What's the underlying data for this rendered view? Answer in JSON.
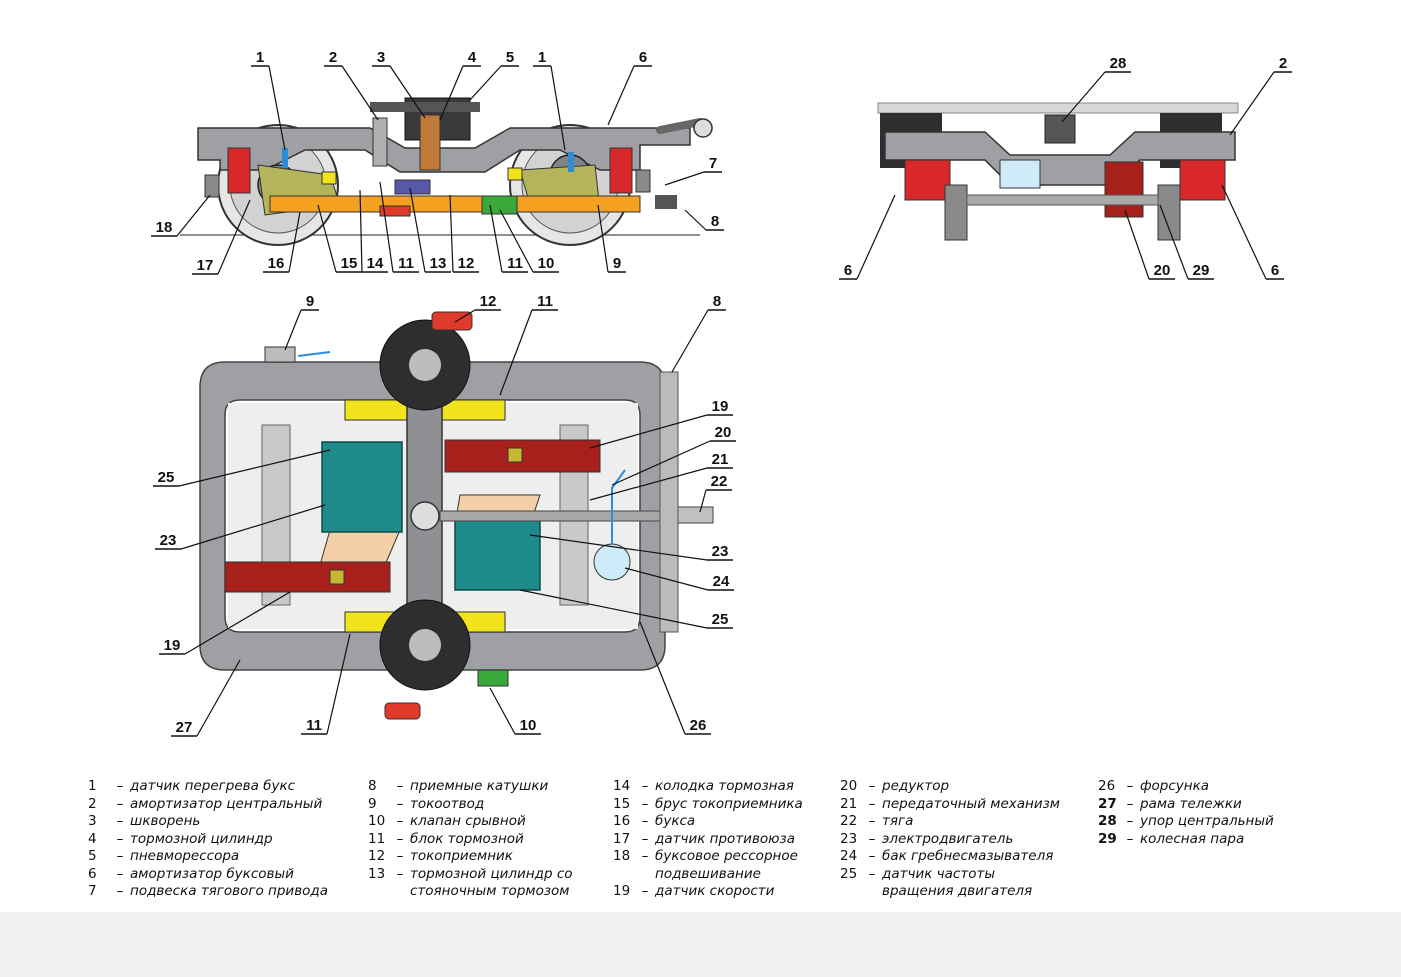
{
  "callouts": {
    "side": [
      "1",
      "2",
      "3",
      "4",
      "5",
      "1",
      "6",
      "7",
      "8",
      "9",
      "10",
      "11",
      "12",
      "13",
      "11",
      "14",
      "15",
      "16",
      "17",
      "18"
    ],
    "front": [
      "28",
      "2",
      "6",
      "20",
      "29",
      "6"
    ],
    "top": [
      "9",
      "12",
      "11",
      "8",
      "19",
      "20",
      "21",
      "22",
      "23",
      "24",
      "25",
      "26",
      "10",
      "11",
      "27",
      "19",
      "23",
      "25"
    ]
  },
  "legend": {
    "dash": "–",
    "columns": [
      [
        {
          "num": "1",
          "text": "датчик перегрева букс"
        },
        {
          "num": "2",
          "text": "амортизатор центральный"
        },
        {
          "num": "3",
          "text": "шкворень"
        },
        {
          "num": "4",
          "text": "тормозной цилиндр"
        },
        {
          "num": "5",
          "text": "пневморессора"
        },
        {
          "num": "6",
          "text": "амортизатор буксовый"
        },
        {
          "num": "7",
          "text": "подвеска тягового привода"
        }
      ],
      [
        {
          "num": "8",
          "text": "приемные катушки"
        },
        {
          "num": "9",
          "text": "токоотвод"
        },
        {
          "num": "10",
          "text": "клапан срывной"
        },
        {
          "num": "11",
          "text": "блок тормозной"
        },
        {
          "num": "12",
          "text": "токоприемник"
        },
        {
          "num": "13",
          "text": "тормозной цилиндр со",
          "cont": "стояночным тормозом"
        }
      ],
      [
        {
          "num": "14",
          "text": "колодка тормозная"
        },
        {
          "num": "15",
          "text": "брус токоприемника"
        },
        {
          "num": "16",
          "text": "букса"
        },
        {
          "num": "17",
          "text": "датчик противоюза"
        },
        {
          "num": "18",
          "text": "буксовое рессорное",
          "cont": "подвешивание"
        },
        {
          "num": "19",
          "text": "датчик скорости"
        }
      ],
      [
        {
          "num": "20",
          "text": "редуктор"
        },
        {
          "num": "21",
          "text": "передаточный механизм"
        },
        {
          "num": "22",
          "text": "тяга"
        },
        {
          "num": "23",
          "text": "электродвигатель"
        },
        {
          "num": "24",
          "text": "бак гребнесмазывателя"
        },
        {
          "num": "25",
          "text": "датчик частоты",
          "cont": "вращения двигателя"
        }
      ],
      [
        {
          "num": "26",
          "text": "форсунка",
          "bold": false
        },
        {
          "num": "27",
          "text": "рама тележки",
          "bold": true
        },
        {
          "num": "28",
          "text": "упор центральный",
          "bold": true
        },
        {
          "num": "29",
          "text": "колесная пара",
          "bold": true
        }
      ]
    ]
  },
  "colors": {
    "frame": "#9ea0a3",
    "frame_dark": "#6e7074",
    "beam_orange": "#f4a020",
    "olive": "#b4b45a",
    "spring_red": "#d8282a",
    "motor_teal": "#1e8a8a",
    "gearbox_red": "#a8201c",
    "wheel_dark": "#2e2e30",
    "yellow": "#f2e41c",
    "blue": "#2a8fd8",
    "green": "#3aa83a",
    "peach": "#f4cfa8",
    "tank": "#cfeaf8",
    "pickup_red": "#e03a2a"
  }
}
